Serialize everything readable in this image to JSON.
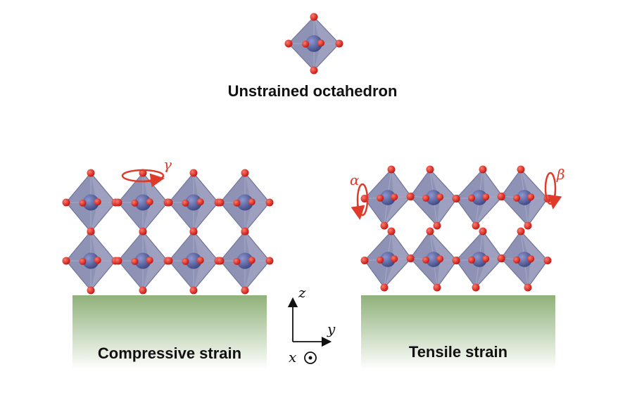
{
  "title": "Unstrained octahedron",
  "panels": {
    "compressive": {
      "label": "Compressive strain"
    },
    "tensile": {
      "label": "Tensile strain"
    }
  },
  "axes": {
    "z": "z",
    "y": "y",
    "x": "x"
  },
  "rotations": {
    "gamma": "γ",
    "alpha": "α",
    "beta": "β"
  },
  "colors": {
    "octahedron_fill": "#8c8fb4",
    "octahedron_edge": "#6f7296",
    "central_atom": "#4f5a97",
    "oxygen_atom": "#e4231c",
    "substrate_top": "#8fb17a",
    "substrate_bottom": "#ffffff",
    "rotation_arrow": "#e03a2a"
  }
}
